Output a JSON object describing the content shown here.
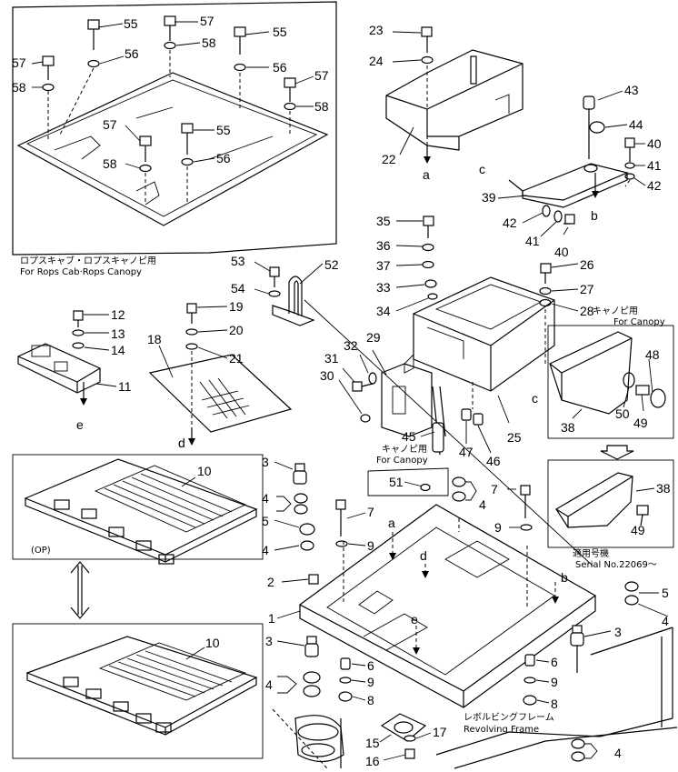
{
  "captions": {
    "rops_jp": "ロプスキャブ・ロプスキャノピ用",
    "rops_en": "For Rops Cab·Rops Canopy",
    "canopy_jp_1": "キャノピ用",
    "canopy_en_1": "For Canopy",
    "canopy_jp_2": "キャノピ用",
    "canopy_en_2": "For Canopy",
    "serial_jp": "適用号機",
    "serial_en": "Serial No.22069～",
    "frame_jp": "レボルビングフレーム",
    "frame_en": "Revolving Frame",
    "op": "(OP)"
  },
  "refs": {
    "a": "a",
    "b": "b",
    "c": "c",
    "d": "d",
    "e": "e"
  },
  "part_labels": {
    "p1": "1",
    "p2": "2",
    "p3a": "3",
    "p3b": "3",
    "p3c": "3",
    "p4a": "4",
    "p4b": "4",
    "p4c": "4",
    "p4d": "4",
    "p4e": "4",
    "p4f": "4",
    "p5a": "5",
    "p5b": "5",
    "p6a": "6",
    "p6b": "6",
    "p7": "7",
    "p8a": "8",
    "p8b": "8",
    "p9a": "9",
    "p9b": "9",
    "p9c": "9",
    "p9d": "9",
    "p10a": "10",
    "p10b": "10",
    "p11": "11",
    "p12": "12",
    "p13": "13",
    "p14": "14",
    "p15": "15",
    "p16": "16",
    "p17": "17",
    "p18": "18",
    "p19": "19",
    "p20": "20",
    "p21": "21",
    "p22": "22",
    "p23": "23",
    "p24": "24",
    "p25": "25",
    "p26": "26",
    "p27": "27",
    "p28": "28",
    "p29": "29",
    "p30": "30",
    "p31": "31",
    "p32": "32",
    "p33": "33",
    "p34": "34",
    "p35": "35",
    "p36": "36",
    "p37": "37",
    "p38a": "38",
    "p38b": "38",
    "p39": "39",
    "p40a": "40",
    "p40b": "40",
    "p41a": "41",
    "p41b": "41",
    "p42a": "42",
    "p42b": "42",
    "p43": "43",
    "p44": "44",
    "p45": "45",
    "p46": "46",
    "p47": "47",
    "p48": "48",
    "p49a": "49",
    "p49b": "49",
    "p50": "50",
    "p51": "51",
    "p52": "52",
    "p53": "53",
    "p54": "54",
    "p55a": "55",
    "p55b": "55",
    "p55c": "55",
    "p56a": "56",
    "p56b": "56",
    "p56c": "56",
    "p57a": "57",
    "p57b": "57",
    "p57c": "57",
    "p57d": "57",
    "p58a": "58",
    "p58b": "58",
    "p58c": "58",
    "p58d": "58"
  },
  "colors": {
    "ink": "#000000",
    "paper": "#ffffff"
  }
}
